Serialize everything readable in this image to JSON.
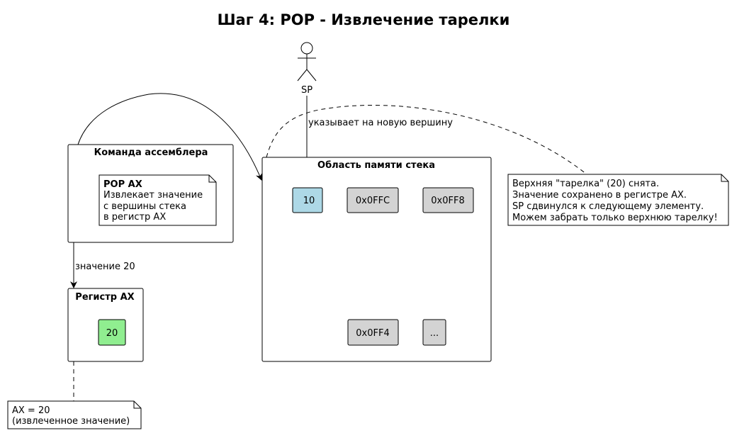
{
  "title": "Шаг 4: POP - Извлечение тарелки",
  "actor": {
    "label": "SP"
  },
  "edges": {
    "sp_to_top": "указывает на новую вершину",
    "cmd_to_reg": "значение 20"
  },
  "command_pkg": {
    "title": "Команда ассемблера",
    "note_lines": [
      "POP AX",
      "Извлекает значение",
      "с вершины стека",
      "в регистр AX"
    ]
  },
  "register_pkg": {
    "title": "Регистр AX",
    "value": "20",
    "value_color": "#90ee90"
  },
  "stack_pkg": {
    "title": "Область памяти стека",
    "cells": [
      {
        "label": "10",
        "color": "#add8e6"
      },
      {
        "label": "0x0FFC",
        "color": "#d3d3d3"
      },
      {
        "label": "0x0FF8",
        "color": "#d3d3d3"
      },
      {
        "label": "0x0FF4",
        "color": "#d3d3d3"
      },
      {
        "label": "...",
        "color": "#d3d3d3"
      }
    ]
  },
  "notes": {
    "stack_note": [
      "Верхняя \"тарелка\" (20) снята.",
      "Значение сохранено в регистре AX.",
      "SP сдвинулся к следующему элементу.",
      "Можем забрать только верхнюю тарелку!"
    ],
    "reg_note": [
      "AX = 20",
      "(извлеченное значение)"
    ]
  }
}
